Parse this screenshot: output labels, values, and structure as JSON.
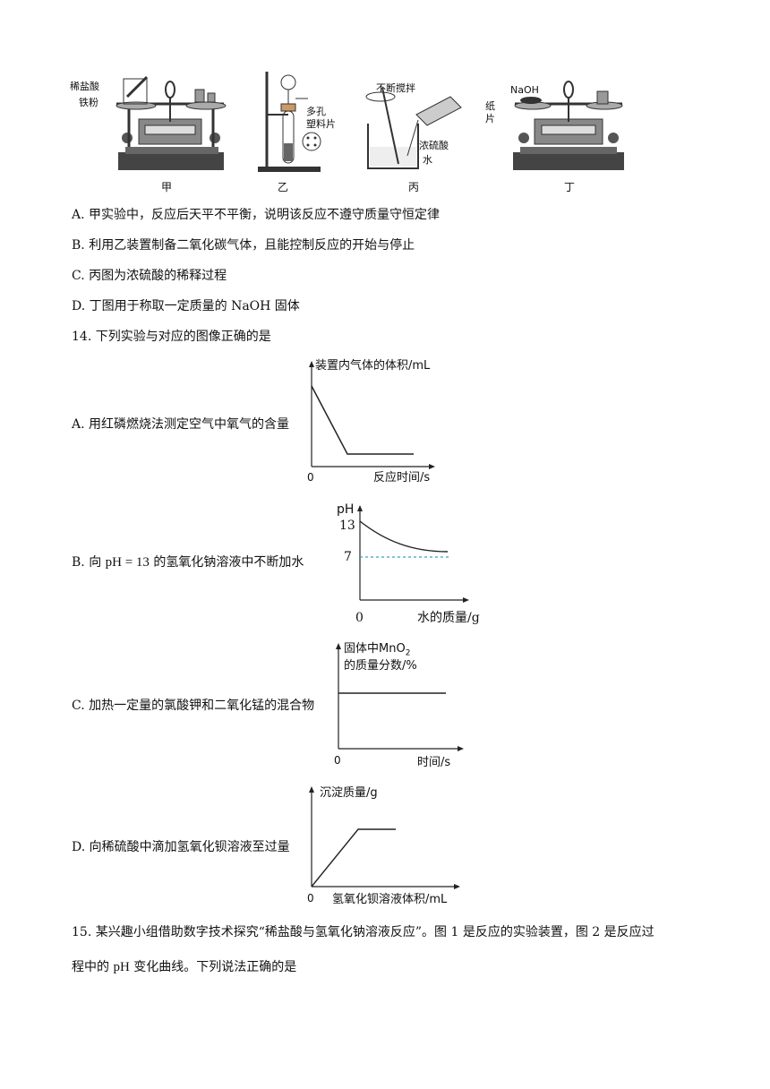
{
  "apparatus": {
    "jia": {
      "label": "甲",
      "hcl": "稀盐酸",
      "iron": "铁粉"
    },
    "yi": {
      "label": "乙",
      "plate1": "多孔",
      "plate2": "塑料片"
    },
    "bing": {
      "label": "丙",
      "stir": "不断搅拌",
      "acid": "浓硫酸",
      "water": "水"
    },
    "ding": {
      "label": "丁",
      "naoh": "NaOH",
      "paper1": "纸",
      "paper2": "片"
    }
  },
  "q13": {
    "options": [
      "A. 甲实验中，反应后天平不平衡，说明该反应不遵守质量守恒定律",
      "B. 利用乙装置制备二氧化碳气体，且能控制反应的开始与停止",
      "C. 丙图为浓硫酸的稀释过程",
      "D. 丁图用于称取一定质量的 NaOH 固体"
    ]
  },
  "q14": {
    "stem": "14. 下列实验与对应的图像正确的是",
    "A": {
      "text": "A. 用红磷燃烧法测定空气中氧气的含量",
      "ylabel": "装置内气体的体积/mL",
      "xlabel": "反应时间/s",
      "origin": "0"
    },
    "B": {
      "text_pre": "B. 向 ",
      "text_math": "pH = 13",
      "text_post": " 的氢氧化钠溶液中不断加水",
      "ylabel": "pH",
      "tick13": "13",
      "tick7": "7",
      "xlabel": "水的质量/g",
      "origin": "0"
    },
    "C": {
      "text": "C. 加热一定量的氯酸钾和二氧化锰的混合物",
      "ylabel1": "固体中MnO",
      "ylabel1_sub": "2",
      "ylabel2": "的质量分数/%",
      "xlabel": "时间/s",
      "origin": "0"
    },
    "D": {
      "text": "D. 向稀硫酸中滴加氢氧化钡溶液至过量",
      "ylabel": "沉淀质量/g",
      "xlabel": "氢氧化钡溶液体积/mL",
      "origin": "0"
    }
  },
  "q15": {
    "line1": "15. 某兴趣小组借助数字技术探究“稀盐酸与氢氧化钠溶液反应”。图 1 是反应的实验装置，图 2 是反应过",
    "line2_pre": "程中的 ",
    "line2_ph": "pH",
    "line2_post": " 变化曲线。下列说法正确的是"
  },
  "chart_data": [
    {
      "type": "line",
      "title": "",
      "ylabel": "装置内气体的体积/mL",
      "xlabel": "反应时间/s",
      "x_ticks": [
        "0"
      ],
      "note": "volume drops then stays constant"
    },
    {
      "type": "line",
      "title": "",
      "ylabel": "pH",
      "xlabel": "水的质量/g",
      "y_ticks": [
        "13",
        "7"
      ],
      "note": "curve decreases from 13 approaching 7"
    },
    {
      "type": "line",
      "title": "",
      "ylabel": "固体中MnO2的质量分数/%",
      "xlabel": "时间/s",
      "x_ticks": [
        "0"
      ],
      "note": "horizontal line"
    },
    {
      "type": "line",
      "title": "",
      "ylabel": "沉淀质量/g",
      "xlabel": "氢氧化钡溶液体积/mL",
      "x_ticks": [
        "0"
      ],
      "note": "rises linearly then flat"
    }
  ]
}
